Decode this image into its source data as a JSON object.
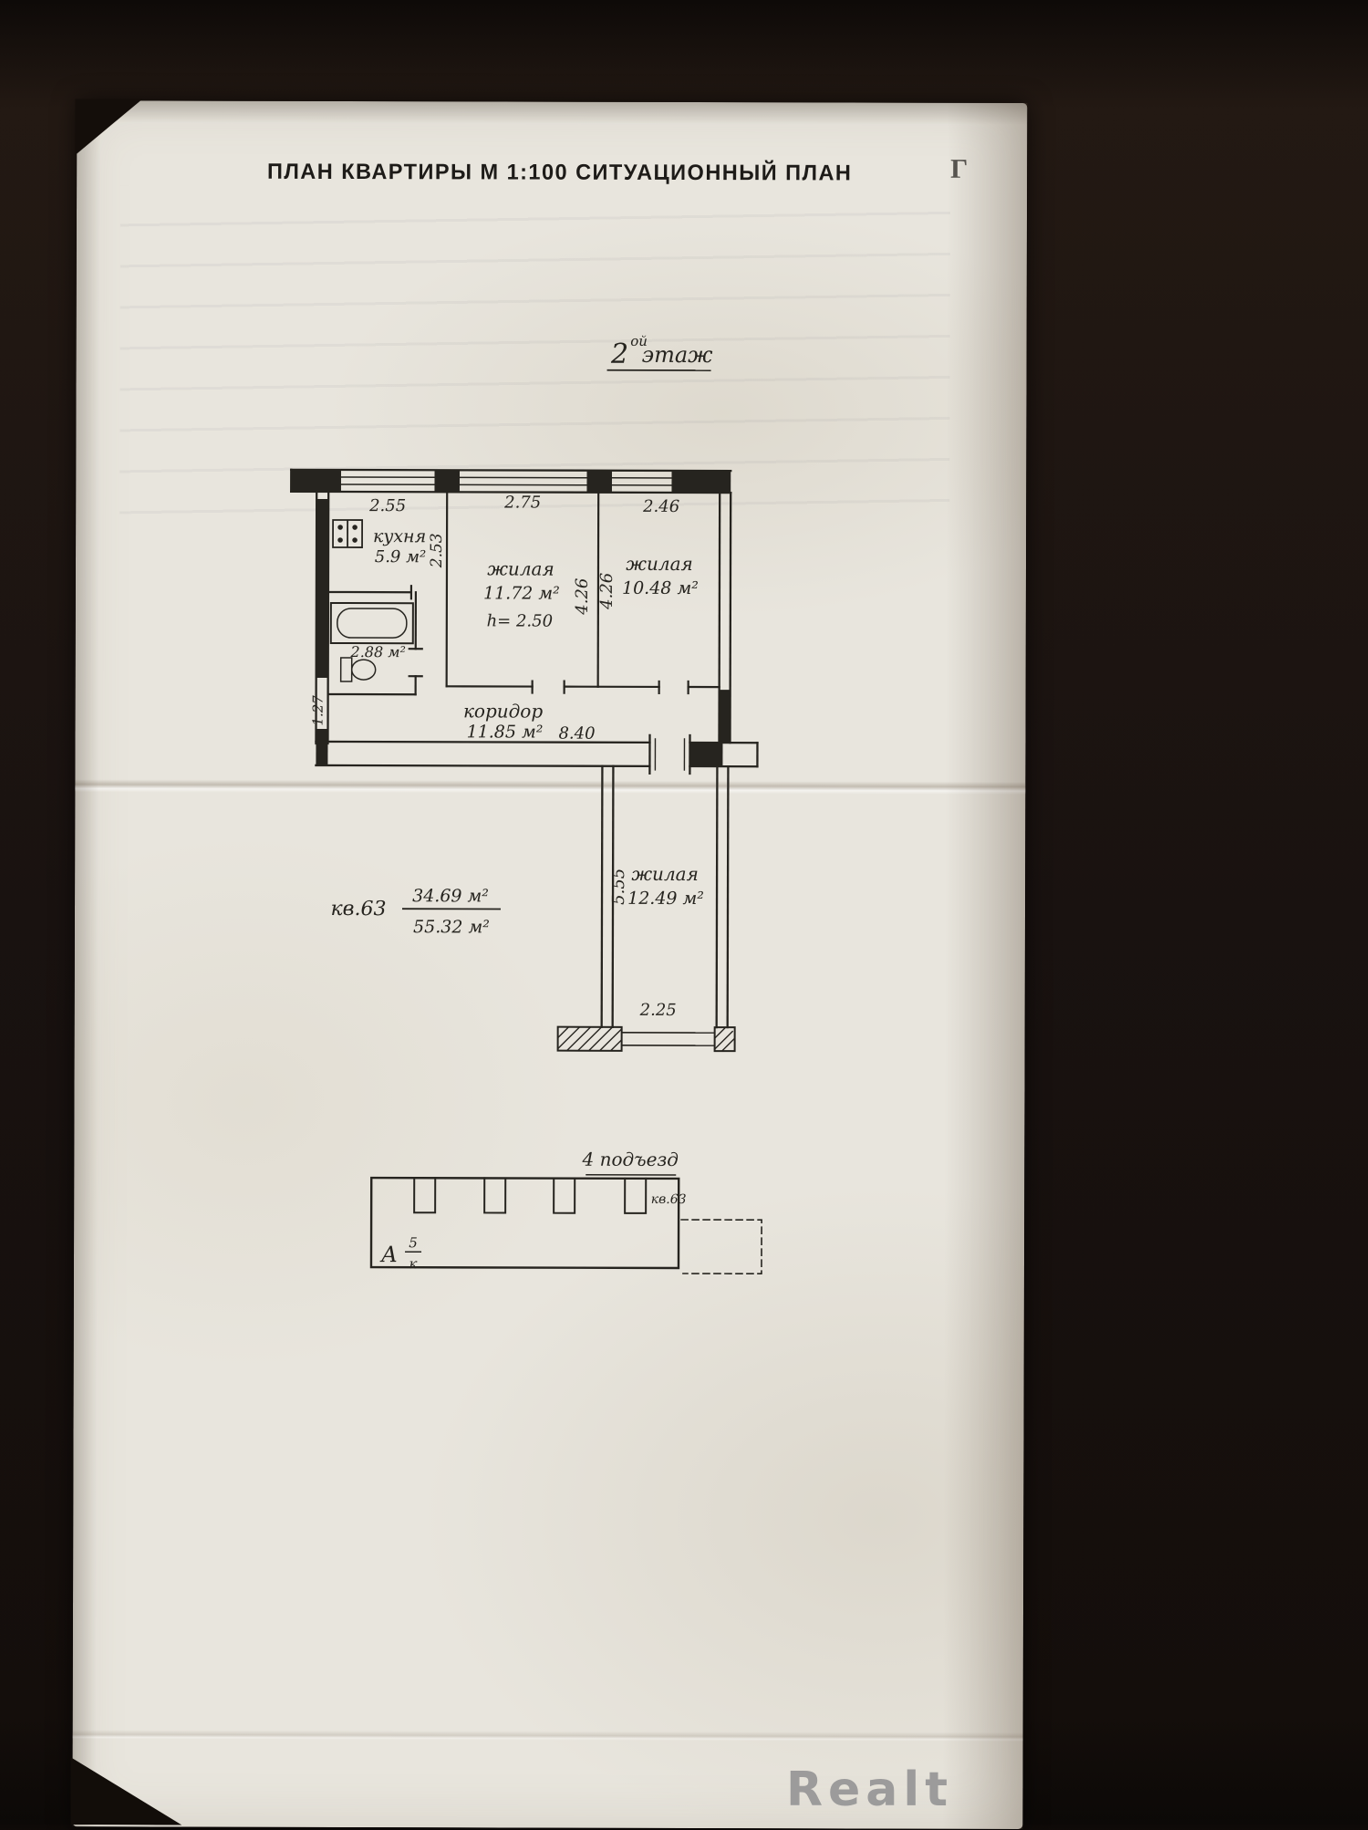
{
  "colors": {
    "ink": "#26241f",
    "paper": "#e8e5dd",
    "background": "#150f0b",
    "watermark": "#969696"
  },
  "header": {
    "title": "ПЛАН КВАРТИРЫ М 1:100 СИТУАЦИОННЫЙ ПЛАН",
    "corner_mark": "Г"
  },
  "floor_label": {
    "number": "2",
    "superscript": "ой",
    "word": "этаж"
  },
  "plan": {
    "dims": {
      "top_kitchen": "2.55",
      "top_room1": "2.75",
      "top_room2": "2.46",
      "kitchen_depth": "2.53",
      "room_depth_left": "4.26",
      "room_depth_right": "4.26",
      "entry_width": "1.27",
      "hall_length": "8.40",
      "wing_depth": "5.55",
      "wing_width": "2.25"
    },
    "rooms": {
      "kitchen": {
        "name": "кухня",
        "area": "5.9 м²"
      },
      "bathroom": {
        "area": "2.88 м²"
      },
      "living1": {
        "name": "жилая",
        "area": "11.72 м²",
        "ceiling": "h= 2.50"
      },
      "living2": {
        "name": "жилая",
        "area": "10.48 м²"
      },
      "hall": {
        "name": "коридор",
        "area": "11.85 м²"
      },
      "living3": {
        "name": "жилая",
        "area": "12.49 м²"
      }
    },
    "apartment": {
      "number": "кв.63",
      "living_area": "34.69 м²",
      "total_area": "55.32 м²"
    }
  },
  "situation": {
    "entrance_label": "4 подъезд",
    "apartment_label": "кв.63",
    "building_letter": "А",
    "storeys": "5",
    "material": "к"
  },
  "watermark": {
    "text": "Realt"
  }
}
